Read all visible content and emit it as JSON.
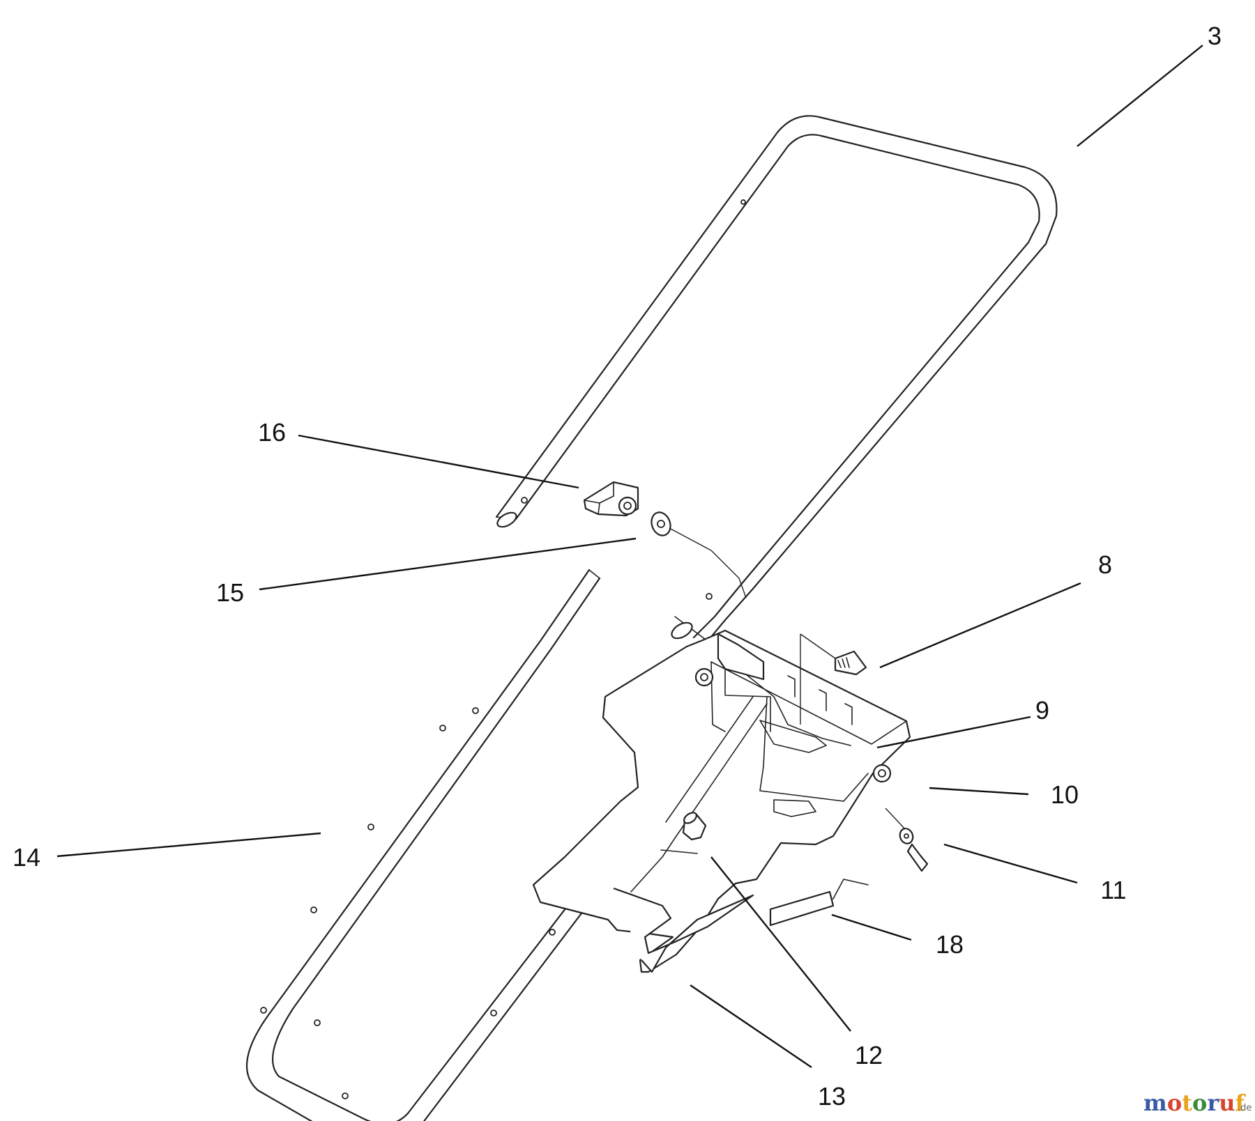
{
  "callouts": {
    "c3": "3",
    "c16": "16",
    "c15": "15",
    "c8": "8",
    "c9": "9",
    "c10": "10",
    "c11": "11",
    "c14": "14",
    "c18": "18",
    "c12": "12",
    "c13": "13"
  },
  "watermark": {
    "letters": [
      "m",
      "o",
      "t",
      "o",
      "r",
      "u",
      "f"
    ],
    "colors": [
      "#3a5aa8",
      "#d8442c",
      "#e8a21c",
      "#3a8a3a",
      "#3a5aa8",
      "#d8442c",
      "#e8a21c"
    ],
    "suffix": ".de"
  }
}
